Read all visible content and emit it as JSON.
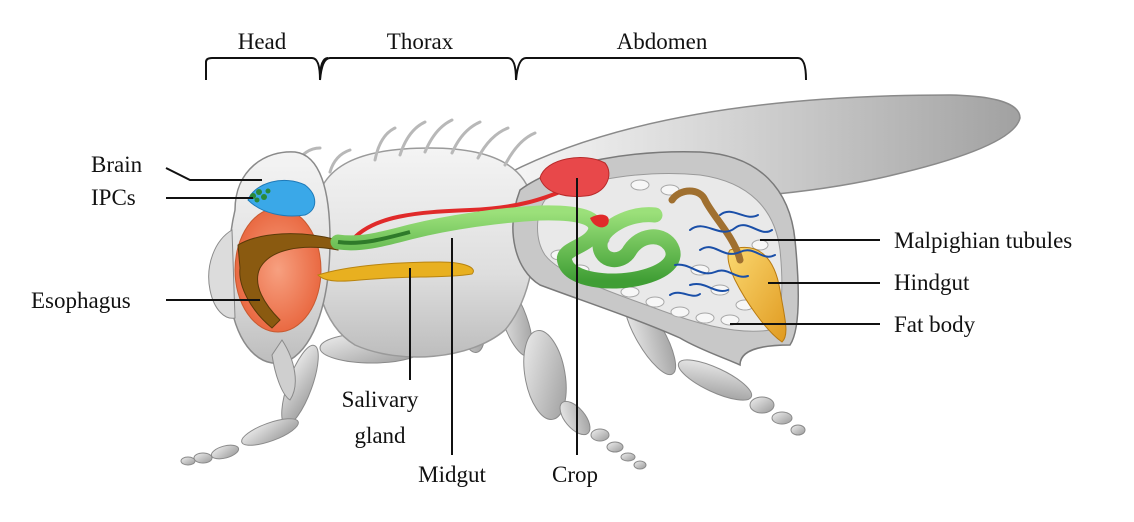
{
  "segments": {
    "head": "Head",
    "thorax": "Thorax",
    "abdomen": "Abdomen"
  },
  "labels": {
    "brain": "Brain",
    "ipcs": "IPCs",
    "esophagus": "Esophagus",
    "salivary_gland_line1": "Salivary",
    "salivary_gland_line2": "gland",
    "midgut": "Midgut",
    "crop": "Crop",
    "malpighian_tubules": "Malpighian tubules",
    "hindgut": "Hindgut",
    "fat_body": "Fat body"
  },
  "colors": {
    "body": "#d9d9d9",
    "brain": "#3aa8e8",
    "ipcs": "#2a8a3a",
    "esophagus": "#8a5a10",
    "head_cavity": "#f07850",
    "crop": "#e8484a",
    "midgut": "#5cc24a",
    "salivary_gland": "#e8b020",
    "malpighian_tubules": "#1a4fa8",
    "hindgut": "#f0b840",
    "fat_body": "#f2f2f2"
  }
}
